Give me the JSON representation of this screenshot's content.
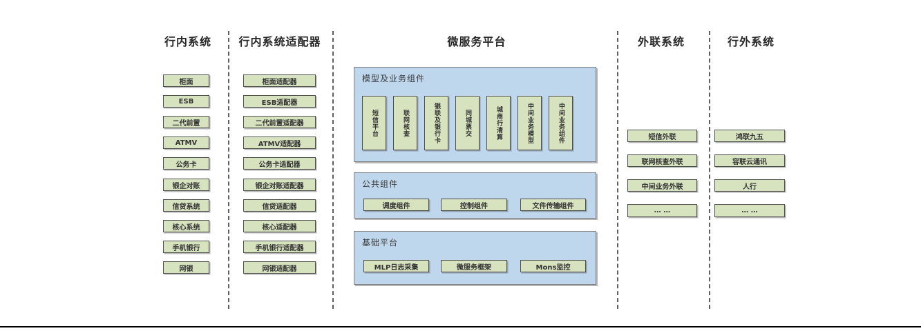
{
  "diagram": {
    "title_hint": "bank microservice platform architecture",
    "colors": {
      "box_green": "#d7e3bf",
      "box_blue": "#bed7ed",
      "border_dark": "#4f4f4f",
      "dash_line": "#5f5f5f"
    },
    "col_internal": {
      "title": "行内系统",
      "items": [
        "柜面",
        "ESB",
        "二代前置",
        "ATMV",
        "公务卡",
        "银企对账",
        "信贷系统",
        "核心系统",
        "手机银行",
        "网银"
      ]
    },
    "col_adapter": {
      "title": "行内系统适配器",
      "items": [
        "柜面适配器",
        "ESB适配器",
        "二代前置适配器",
        "ATMV适配器",
        "公务卡适配器",
        "银企对账适配器",
        "信贷适配器",
        "核心适配器",
        "手机银行适配器",
        "网银适配器"
      ]
    },
    "platform": {
      "title": "微服务平台",
      "sections": [
        {
          "label": "模型及业务组件",
          "items": [
            "短信平台",
            "联网核查",
            "银联及银行卡",
            "同城票交",
            "城商行清算",
            "中间业务模型",
            "中间业务组件"
          ]
        },
        {
          "label": "公共组件",
          "items": [
            "调度组件",
            "控制组件",
            "文件传输组件"
          ]
        },
        {
          "label": "基础平台",
          "items": [
            "MLP日志采集",
            "微服务框架",
            "Mons监控"
          ]
        }
      ]
    },
    "col_external_link": {
      "title": "外联系统",
      "items": [
        "短信外联",
        "联网核查外联",
        "中间业务外联",
        "… …"
      ]
    },
    "col_outside": {
      "title": "行外系统",
      "items": [
        "鸿联九五",
        "容联云通讯",
        "人行",
        "… …"
      ]
    }
  }
}
